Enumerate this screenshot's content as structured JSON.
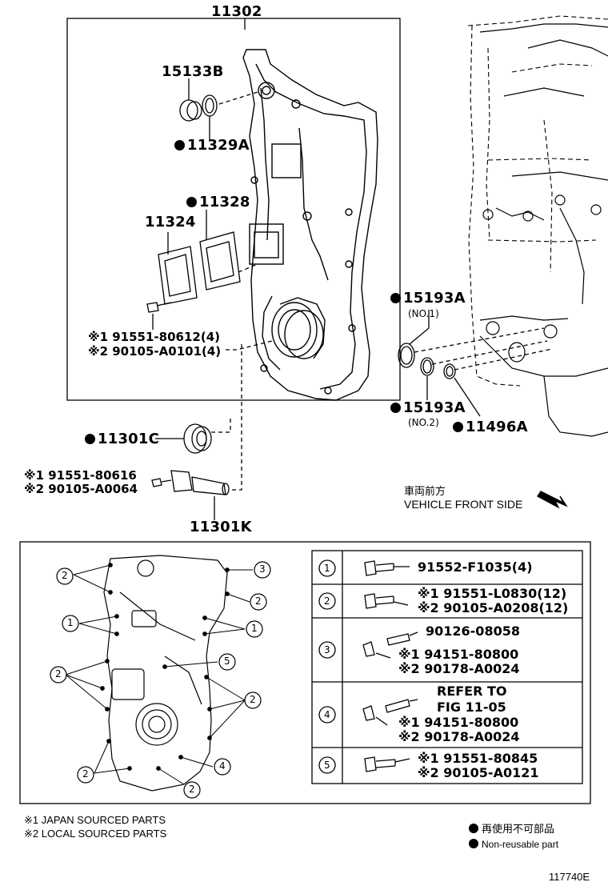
{
  "diagram": {
    "labels": {
      "p11302": "11302",
      "p15133b": "15133B",
      "p11329a": "11329A",
      "p11328": "11328",
      "p11324": "11324",
      "bolt1_a": "※1 91551-80612(4)",
      "bolt1_b": "※2 90105-A0101(4)",
      "p15193a_1": "15193A",
      "no1": "(NO.1)",
      "p15193a_2": "15193A",
      "no2": "(NO.2)",
      "p11496a": "11496A",
      "p11301c": "11301C",
      "bolt2_a": "※1 91551-80616",
      "bolt2_b": "※2 90105-A0064",
      "p11301k": "11301K",
      "front_jp": "車両前方",
      "front_en": "VEHICLE FRONT SIDE"
    },
    "table": {
      "rows": [
        {
          "num": "1",
          "lines": [
            "91552-F1035(4)"
          ]
        },
        {
          "num": "2",
          "lines": [
            "※1 91551-L0830(12)",
            "※2 90105-A0208(12)"
          ]
        },
        {
          "num": "3",
          "lines": [
            "90126-08058",
            "※1 94151-80800",
            "※2 90178-A0024"
          ]
        },
        {
          "num": "4",
          "lines": [
            "REFER TO",
            "FIG 11-05",
            "※1 94151-80800",
            "※2 90178-A0024"
          ]
        },
        {
          "num": "5",
          "lines": [
            "※1 91551-80845",
            "※2 90105-A0121"
          ]
        }
      ]
    },
    "callouts": [
      "2",
      "3",
      "2",
      "1",
      "1",
      "5",
      "2",
      "2",
      "2",
      "4",
      "2"
    ],
    "footnotes": {
      "n1": "※1 JAPAN SOURCED PARTS",
      "n2": "※2 LOCAL SOURCED PARTS"
    },
    "legend": {
      "jp": "再使用不可部品",
      "en": "Non-reusable part"
    },
    "figure_number": "117740E"
  }
}
